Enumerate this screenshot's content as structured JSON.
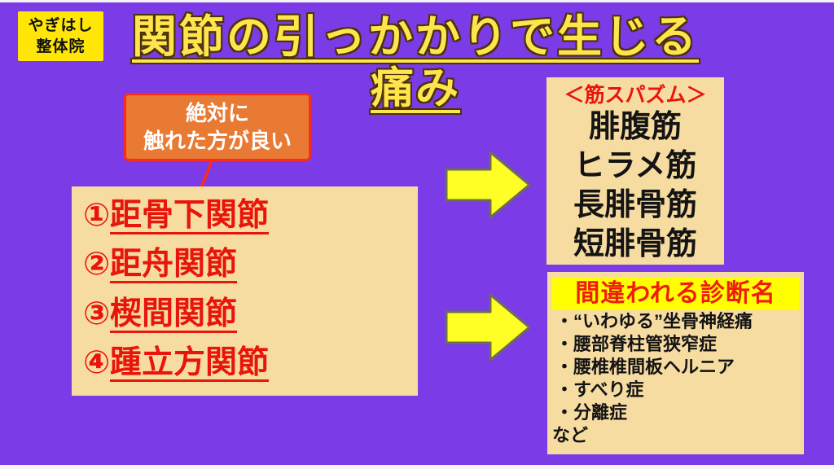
{
  "slide": {
    "clinic_badge": {
      "line1": "やぎはし",
      "line2": "整体院"
    },
    "title": {
      "line1": "関節の引っかかりで生じる",
      "line2": "痛み"
    },
    "callout": {
      "line1": "絶対に",
      "line2": "触れた方が良い"
    },
    "joint_list": {
      "items": [
        {
          "num": "①",
          "name": "距骨下関節"
        },
        {
          "num": "②",
          "name": "距舟関節"
        },
        {
          "num": "③",
          "name": "楔間関節"
        },
        {
          "num": "④",
          "name": "踵立方関節"
        }
      ]
    },
    "muscle_spasm": {
      "header": "＜筋スパズム＞",
      "muscles": [
        "腓腹筋",
        "ヒラメ筋",
        "長腓骨筋",
        "短腓骨筋"
      ]
    },
    "misdiagnosis": {
      "header": "間違われる診断名",
      "items": [
        "・“いわゆる”坐骨神経痛",
        "・腰部脊柱管狭窄症",
        "・腰椎椎間板ヘルニア",
        "・すべり症",
        "・分離症"
      ],
      "footer": "など"
    },
    "colors": {
      "background_purple": "#7B3BE7",
      "panel_cream": "#F7DCA2",
      "badge_yellow": "#FFE607",
      "title_yellow": "#FFE44E",
      "arrow_yellow": "#FFFF26",
      "text_red": "#E8150B",
      "callout_orange": "#E87A33",
      "callout_border_red": "#FF2A1A",
      "header_highlight_yellow": "#FFFF00"
    }
  }
}
